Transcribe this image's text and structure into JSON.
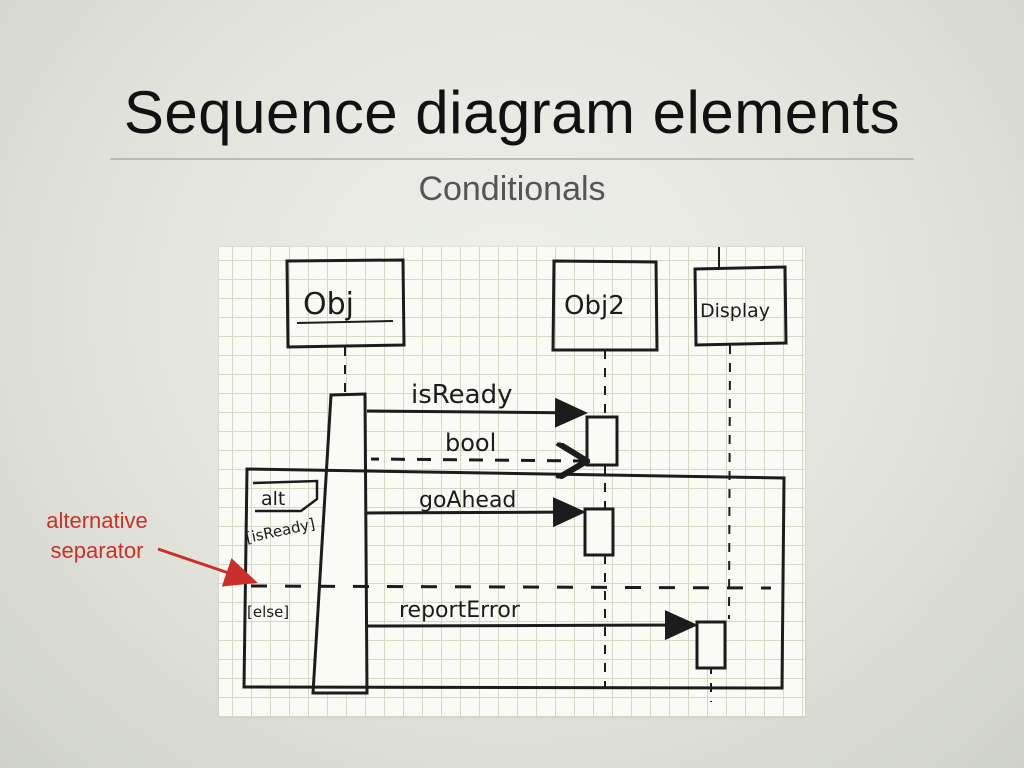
{
  "slide": {
    "title": "Sequence diagram elements",
    "subtitle": "Conditionals"
  },
  "annotation": {
    "line1": "alternative",
    "line2": "separator",
    "color": "#c9302c"
  },
  "diagram": {
    "lifelines": [
      "Obj",
      "Obj2",
      "Display"
    ],
    "messages": [
      "isReady",
      "bool",
      "goAhead",
      "reportError"
    ],
    "frame_operator": "alt",
    "guards": [
      "[isReady]",
      "[else]"
    ]
  }
}
